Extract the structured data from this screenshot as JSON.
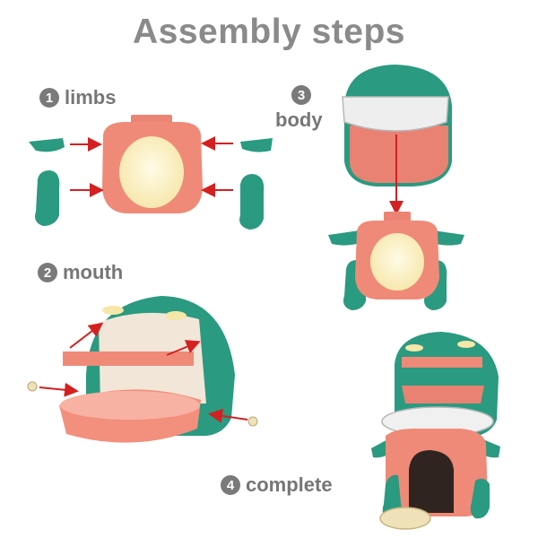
{
  "title": "Assembly steps",
  "steps": [
    {
      "number": "1",
      "label": "limbs"
    },
    {
      "number": "2",
      "label": "mouth"
    },
    {
      "number": "3",
      "label": "body"
    },
    {
      "number": "4",
      "label": "complete"
    }
  ],
  "colors": {
    "title": "#8a8a8a",
    "badge": "#7a7a7a",
    "coral": "#ef8a78",
    "teal": "#2a9a80",
    "cream": "#fff4c8",
    "arrow": "#d42020"
  }
}
